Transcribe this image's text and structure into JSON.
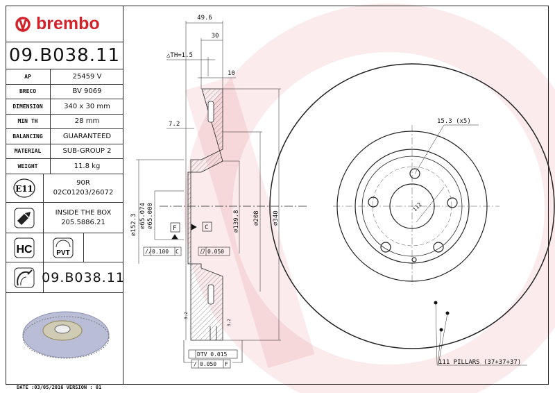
{
  "brand": {
    "name": "brembo",
    "color": "#d2232a"
  },
  "part_number": "09.B038.11",
  "specs": [
    {
      "label": "AP",
      "value": "25459 V"
    },
    {
      "label": "BRECO",
      "value": "BV 9069"
    },
    {
      "label": "DIMENSION",
      "value": "340 x 30 mm"
    },
    {
      "label": "MIN TH",
      "value": "28 mm"
    },
    {
      "label": "BALANCING",
      "value": "GUARANTEED"
    },
    {
      "label": "MATERIAL",
      "value": "SUB-GROUP 2"
    },
    {
      "label": "WEIGHT",
      "value": "11.8 kg"
    }
  ],
  "approval": {
    "badge": "E11",
    "line1": "90R",
    "line2": "02C01203/26072"
  },
  "screws": {
    "line1": "INSIDE THE BOX",
    "line2": "205.5886.21"
  },
  "badges": {
    "hc": "HC",
    "pvt": "PVT"
  },
  "bottom_part_number": "09.B038.11",
  "footer": "DATE :03/05/2016 VERSION : 01",
  "drawing": {
    "dim_overall_width": "49.6",
    "dim_thickness": "30",
    "dim_delta_th": "△TH=1.5",
    "dim_10": "10",
    "dim_7_2": "7.2",
    "dia_152_3": "⌀152.3",
    "dia_65_074": "⌀65.074",
    "dia_65_000": "⌀65.000",
    "dia_139_8": "⌀139.8",
    "dia_208": "⌀208",
    "dia_340": "⌀340",
    "datum_f": "F",
    "datum_c": "C",
    "parallelism": "0.100",
    "parallelism_ref": "C",
    "flatness": "0.050",
    "dtv": "DTV 0.015",
    "runout": "0.050",
    "runout_ref": "F",
    "holes": "15.3 (x5)",
    "pcd": "112",
    "pillars": "111 PILLARS (37+37+37)",
    "roughness_left": "3.2",
    "roughness_right": "3.2"
  }
}
